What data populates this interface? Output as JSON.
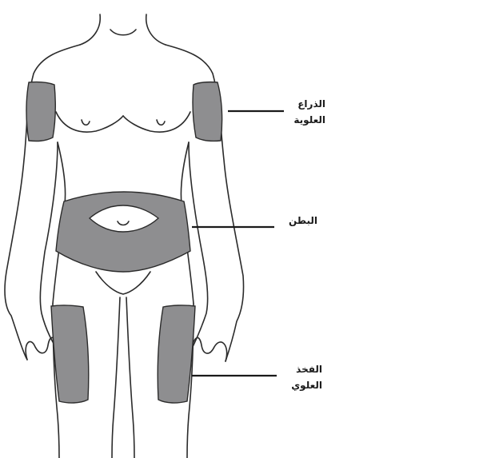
{
  "labels": {
    "upper_arm": {
      "line1": "الذراع",
      "line2": "العلوية"
    },
    "abdomen": {
      "line1": "البطن"
    },
    "upper_thigh": {
      "line1": "الفخذ",
      "line2": "العلوي"
    }
  },
  "colors": {
    "injection_site_fill": "#8e8e90",
    "outline": "#2b2b2b",
    "background": "#ffffff"
  }
}
